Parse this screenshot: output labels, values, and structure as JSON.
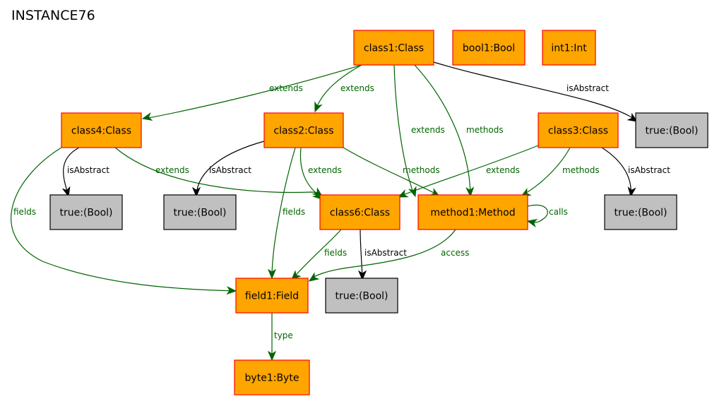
{
  "diagram": {
    "title": "INSTANCE76",
    "colors": {
      "object_fill": "#ffa500",
      "object_stroke": "#ff0000",
      "value_fill": "#c0c0c0",
      "value_stroke": "#000000",
      "edge_green": "#006400",
      "edge_black": "#000000"
    },
    "nodes": [
      {
        "id": "class1",
        "label": "class1:Class",
        "kind": "object"
      },
      {
        "id": "bool1",
        "label": "bool1:Bool",
        "kind": "object"
      },
      {
        "id": "int1",
        "label": "int1:Int",
        "kind": "object"
      },
      {
        "id": "class4",
        "label": "class4:Class",
        "kind": "object"
      },
      {
        "id": "class2",
        "label": "class2:Class",
        "kind": "object"
      },
      {
        "id": "class3",
        "label": "class3:Class",
        "kind": "object"
      },
      {
        "id": "trueA",
        "label": "true:(Bool)",
        "kind": "value"
      },
      {
        "id": "trueB",
        "label": "true:(Bool)",
        "kind": "value"
      },
      {
        "id": "trueC",
        "label": "true:(Bool)",
        "kind": "value"
      },
      {
        "id": "class6",
        "label": "class6:Class",
        "kind": "object"
      },
      {
        "id": "method1",
        "label": "method1:Method",
        "kind": "object"
      },
      {
        "id": "trueD",
        "label": "true:(Bool)",
        "kind": "value"
      },
      {
        "id": "field1",
        "label": "field1:Field",
        "kind": "object"
      },
      {
        "id": "trueE",
        "label": "true:(Bool)",
        "kind": "value"
      },
      {
        "id": "byte1",
        "label": "byte1:Byte",
        "kind": "object"
      }
    ],
    "edges": [
      {
        "id": "e1",
        "label": "extends",
        "color": "green"
      },
      {
        "id": "e2",
        "label": "extends",
        "color": "green"
      },
      {
        "id": "e3",
        "label": "isAbstract",
        "color": "black"
      },
      {
        "id": "e4",
        "label": "extends",
        "color": "green"
      },
      {
        "id": "e5",
        "label": "methods",
        "color": "green"
      },
      {
        "id": "e6",
        "label": "isAbstract",
        "color": "black"
      },
      {
        "id": "e7",
        "label": "fields",
        "color": "green"
      },
      {
        "id": "e8",
        "label": "extends",
        "color": "green"
      },
      {
        "id": "e9",
        "label": "isAbstract",
        "color": "black"
      },
      {
        "id": "e10",
        "label": "extends",
        "color": "green"
      },
      {
        "id": "e11",
        "label": "methods",
        "color": "green"
      },
      {
        "id": "e12",
        "label": "fields",
        "color": "green"
      },
      {
        "id": "e13",
        "label": "extends",
        "color": "green"
      },
      {
        "id": "e14",
        "label": "methods",
        "color": "green"
      },
      {
        "id": "e15",
        "label": "isAbstract",
        "color": "black"
      },
      {
        "id": "e16",
        "label": "fields",
        "color": "green"
      },
      {
        "id": "e17",
        "label": "isAbstract",
        "color": "black"
      },
      {
        "id": "e18",
        "label": "calls",
        "color": "green"
      },
      {
        "id": "e19",
        "label": "access",
        "color": "green"
      },
      {
        "id": "e20",
        "label": "type",
        "color": "green"
      }
    ]
  }
}
